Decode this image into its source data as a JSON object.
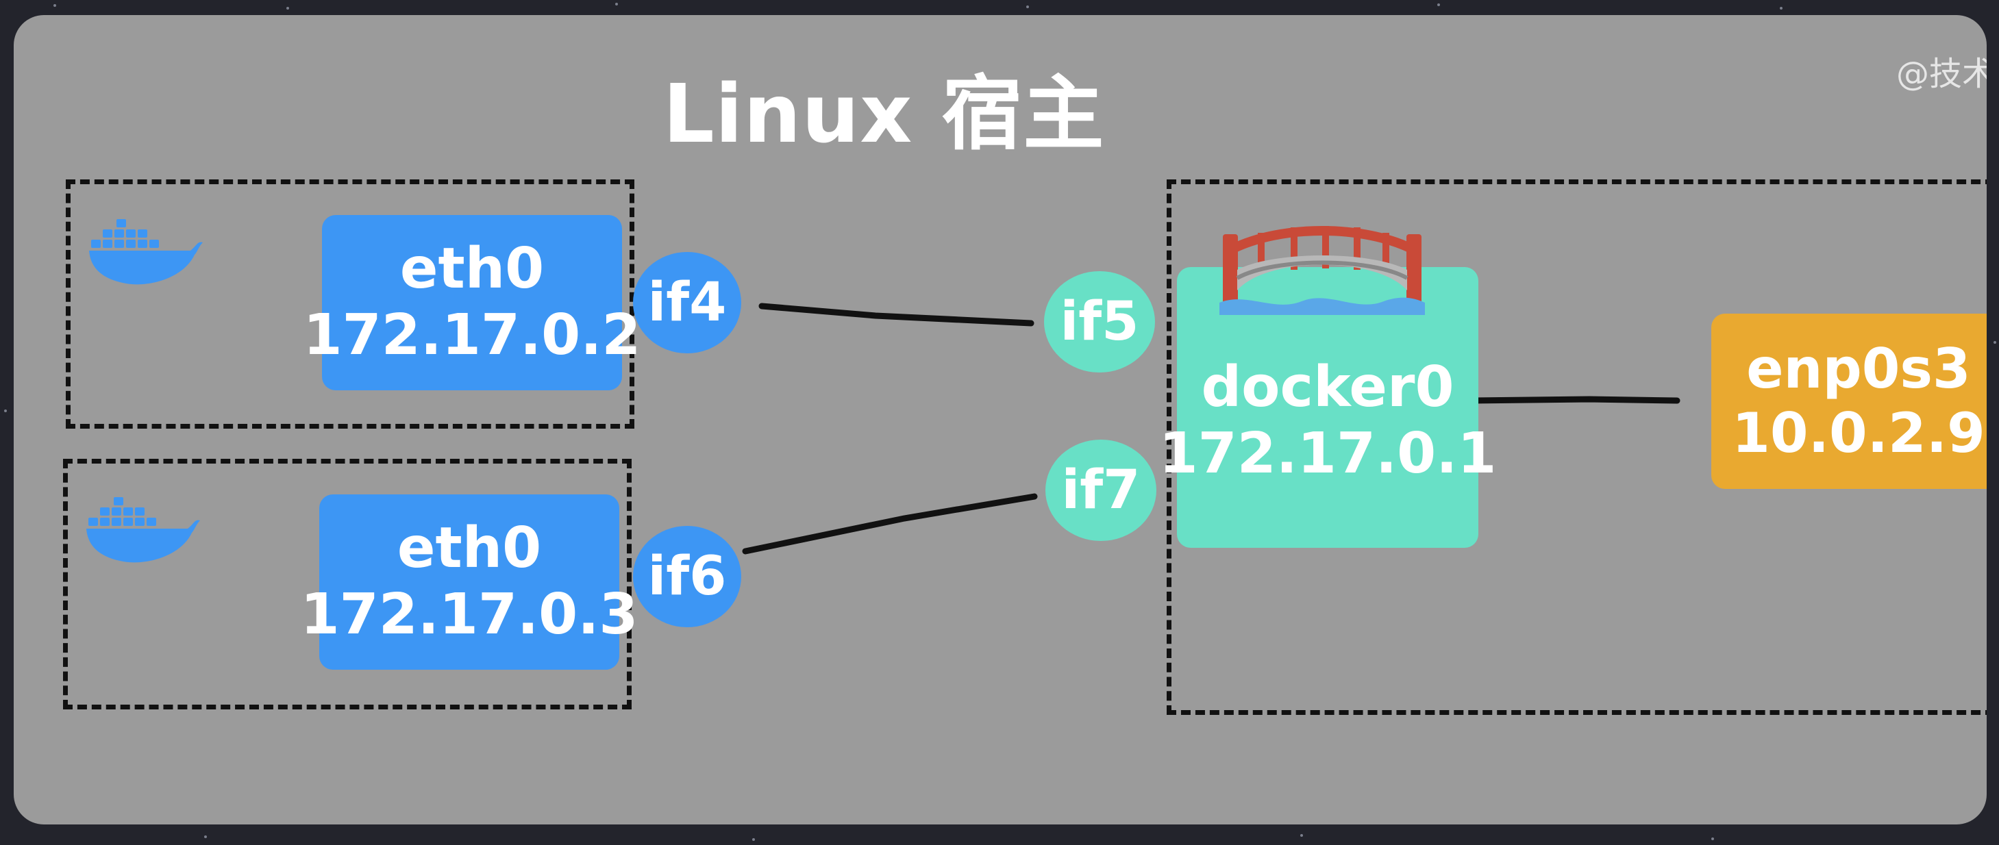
{
  "title": "Linux 宿主",
  "watermark": "@技术",
  "containers": [
    {
      "iface_name": "eth0",
      "ip": "172.17.0.2",
      "peer_port": "if4"
    },
    {
      "iface_name": "eth0",
      "ip": "172.17.0.3",
      "peer_port": "if6"
    }
  ],
  "bridge": {
    "name": "docker0",
    "ip": "172.17.0.1",
    "ports": [
      "if5",
      "if7"
    ]
  },
  "uplink": {
    "name": "enp0s3",
    "ip": "10.0.2.9"
  },
  "icons": {
    "container": "docker-whale-icon",
    "bridge": "bridge-icon"
  },
  "colors": {
    "container_iface": "#3d96f4",
    "bridge": "#68e0c6",
    "uplink": "#e9a930",
    "host_bg": "#9b9b9b"
  }
}
